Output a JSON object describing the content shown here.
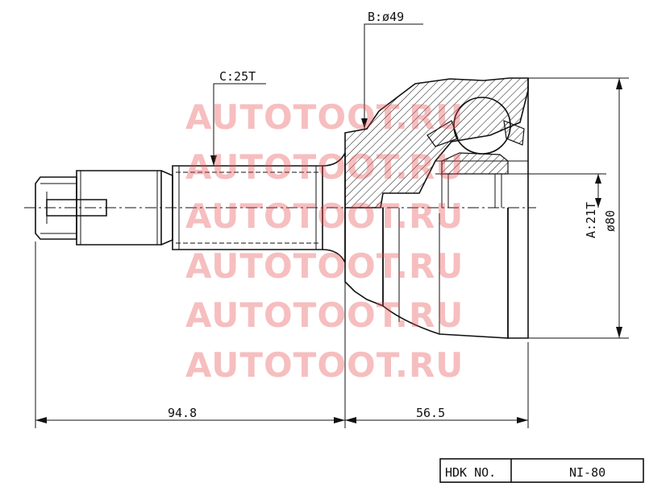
{
  "labels": {
    "spline_outer": "C:25T",
    "seal_diameter": "B:ø49",
    "spline_inner": "A:21T",
    "outer_diameter": "ø80",
    "length_shaft": "94.8",
    "length_body": "56.5"
  },
  "title_block": {
    "label": "HDK NO.",
    "part_number": "NI-80"
  },
  "watermark": {
    "text": "AUTOTOOT.RU",
    "color": "#e8474a",
    "lines": [
      "AUTOTOOT.RU",
      "AUTOTOOT.RU",
      "AUTOTOOT.RU",
      "AUTOTOOT.RU",
      "AUTOTOOT.RU",
      "AUTOTOOT.RU"
    ]
  }
}
